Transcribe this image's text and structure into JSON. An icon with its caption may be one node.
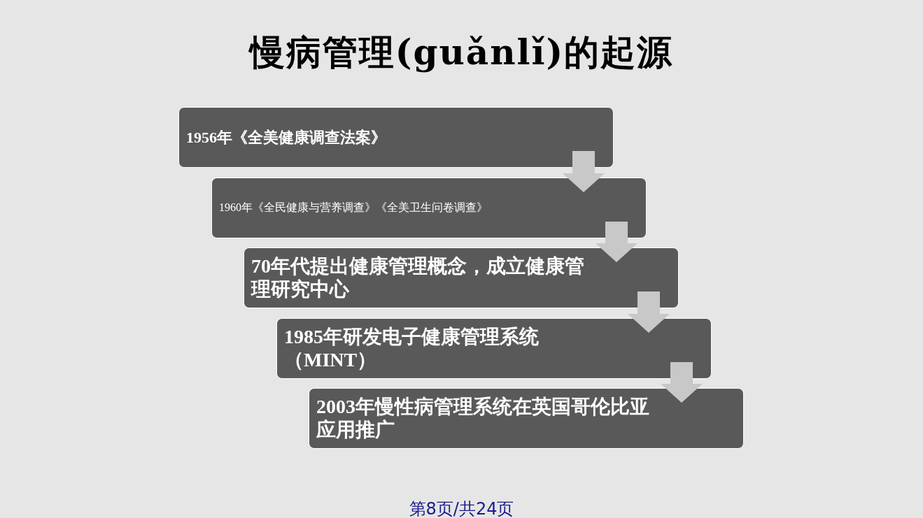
{
  "diagram": {
    "title": "慢病管理(guǎnlǐ)的起源",
    "nodes": [
      {
        "text": [
          "1956年《全美健康调查法案》"
        ]
      },
      {
        "text": [
          "1960年《全民健康与营养调查》《全美卫生问卷调查》"
        ]
      },
      {
        "text": [
          "70年代提出健康管理概念，成立健康管理研究中心"
        ]
      },
      {
        "text": [
          "1985年研发电子健康管理系统（MINT）"
        ]
      },
      {
        "text": [
          "2003年慢性病管理系统在英国哥伦比亚应用推广"
        ]
      }
    ],
    "edges": [
      {
        "from": 0,
        "to": 1,
        "arrow": "to"
      },
      {
        "from": 1,
        "to": 2,
        "arrow": "to"
      },
      {
        "from": 2,
        "to": 3,
        "arrow": "to"
      },
      {
        "from": 3,
        "to": 4,
        "arrow": "to"
      }
    ],
    "labels": [
      "第8页/共24页"
    ]
  }
}
